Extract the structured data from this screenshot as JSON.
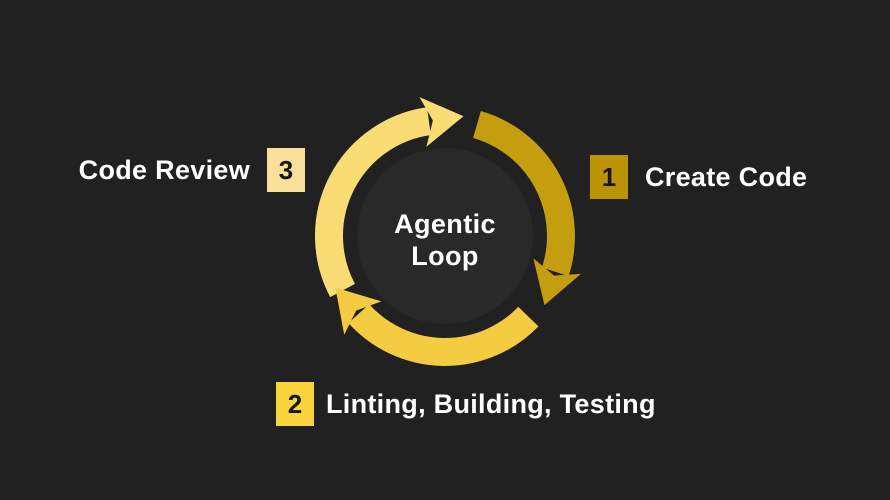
{
  "diagram": {
    "title": {
      "line1": "Agentic",
      "line2": "Loop"
    },
    "steps": [
      {
        "number": "1",
        "label": "Create Code",
        "badge_color": "#BA9306"
      },
      {
        "number": "2",
        "label": "Linting, Building, Testing",
        "badge_color": "#F7D33C"
      },
      {
        "number": "3",
        "label": "Code Review",
        "badge_color": "#F8DF9A"
      }
    ],
    "colors": {
      "background": "#212121",
      "inner_circle": "#292929",
      "segment_light_yellow": "#F9DC73",
      "segment_yellow": "#F3CC41",
      "segment_dark_gold": "#C59E10",
      "label_text": "#FFFFFF",
      "badge_number_text": "#161616"
    }
  }
}
